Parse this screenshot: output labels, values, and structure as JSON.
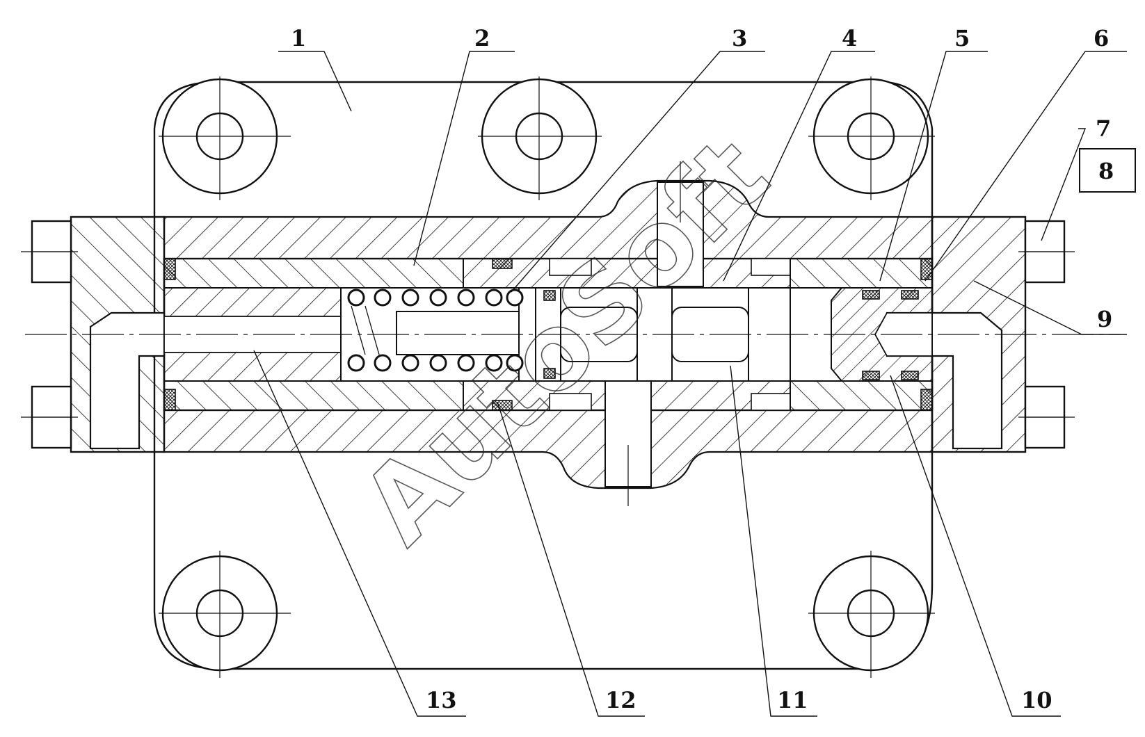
{
  "drawing": {
    "watermark": "AutoSoft",
    "callouts": [
      {
        "id": "1",
        "text": "1"
      },
      {
        "id": "2",
        "text": "2"
      },
      {
        "id": "3",
        "text": "3"
      },
      {
        "id": "4",
        "text": "4"
      },
      {
        "id": "5",
        "text": "5"
      },
      {
        "id": "6",
        "text": "6"
      },
      {
        "id": "7",
        "text": "7"
      },
      {
        "id": "8",
        "text": "8"
      },
      {
        "id": "9",
        "text": "9"
      },
      {
        "id": "10",
        "text": "10"
      },
      {
        "id": "11",
        "text": "11"
      },
      {
        "id": "12",
        "text": "12"
      },
      {
        "id": "13",
        "text": "13"
      }
    ]
  }
}
